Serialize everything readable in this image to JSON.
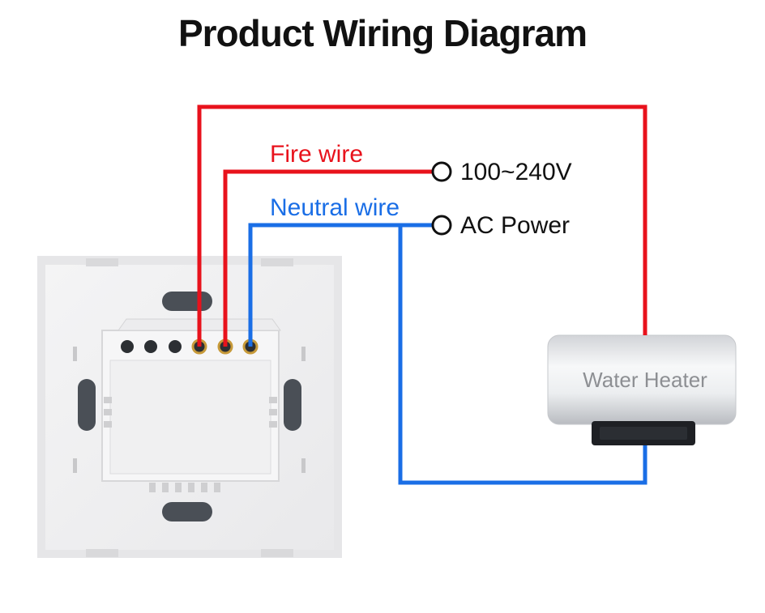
{
  "title": "Product Wiring Diagram",
  "labels": {
    "fire_wire": "Fire wire",
    "neutral_wire": "Neutral wire",
    "voltage": "100~240V",
    "ac_power": "AC Power",
    "water_heater": "Water Heater"
  },
  "colors": {
    "fire": "#e8121c",
    "neutral": "#1a6ee6"
  }
}
